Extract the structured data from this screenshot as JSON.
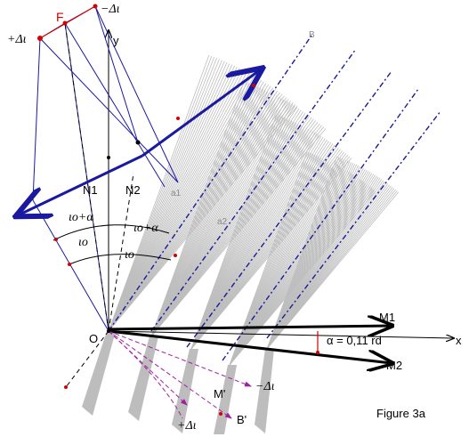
{
  "figure_caption": "Figure 3a",
  "colors": {
    "ray_gray": "#bdbdbd",
    "construction_blue": "#1a1aa0",
    "dashed_blue": "#1a1a9a",
    "purple_dashed": "#a020a0",
    "point_red": "#d40000",
    "axis_black": "#000000"
  },
  "labels": {
    "F": "F",
    "plus_delta_top": "+Δι",
    "minus_delta_top": "−Δι",
    "y_axis": "y",
    "x_axis": "x",
    "origin": "O",
    "N1": "N1",
    "N2": "N2",
    "B": "B",
    "a1": "a1",
    "a2": "a2",
    "io_plus_alpha_left": "ιo+α",
    "io_plus_alpha_right": "ιo+α",
    "io_left": "ιo",
    "io_right": "ιo",
    "M1": "M1",
    "M2": "M2",
    "alpha_value": "α = 0,11  rd",
    "M_prime": "M'",
    "minus_delta_bottom": "−Δι",
    "plus_delta_bottom": "+Δι",
    "B_prime": "B'"
  }
}
